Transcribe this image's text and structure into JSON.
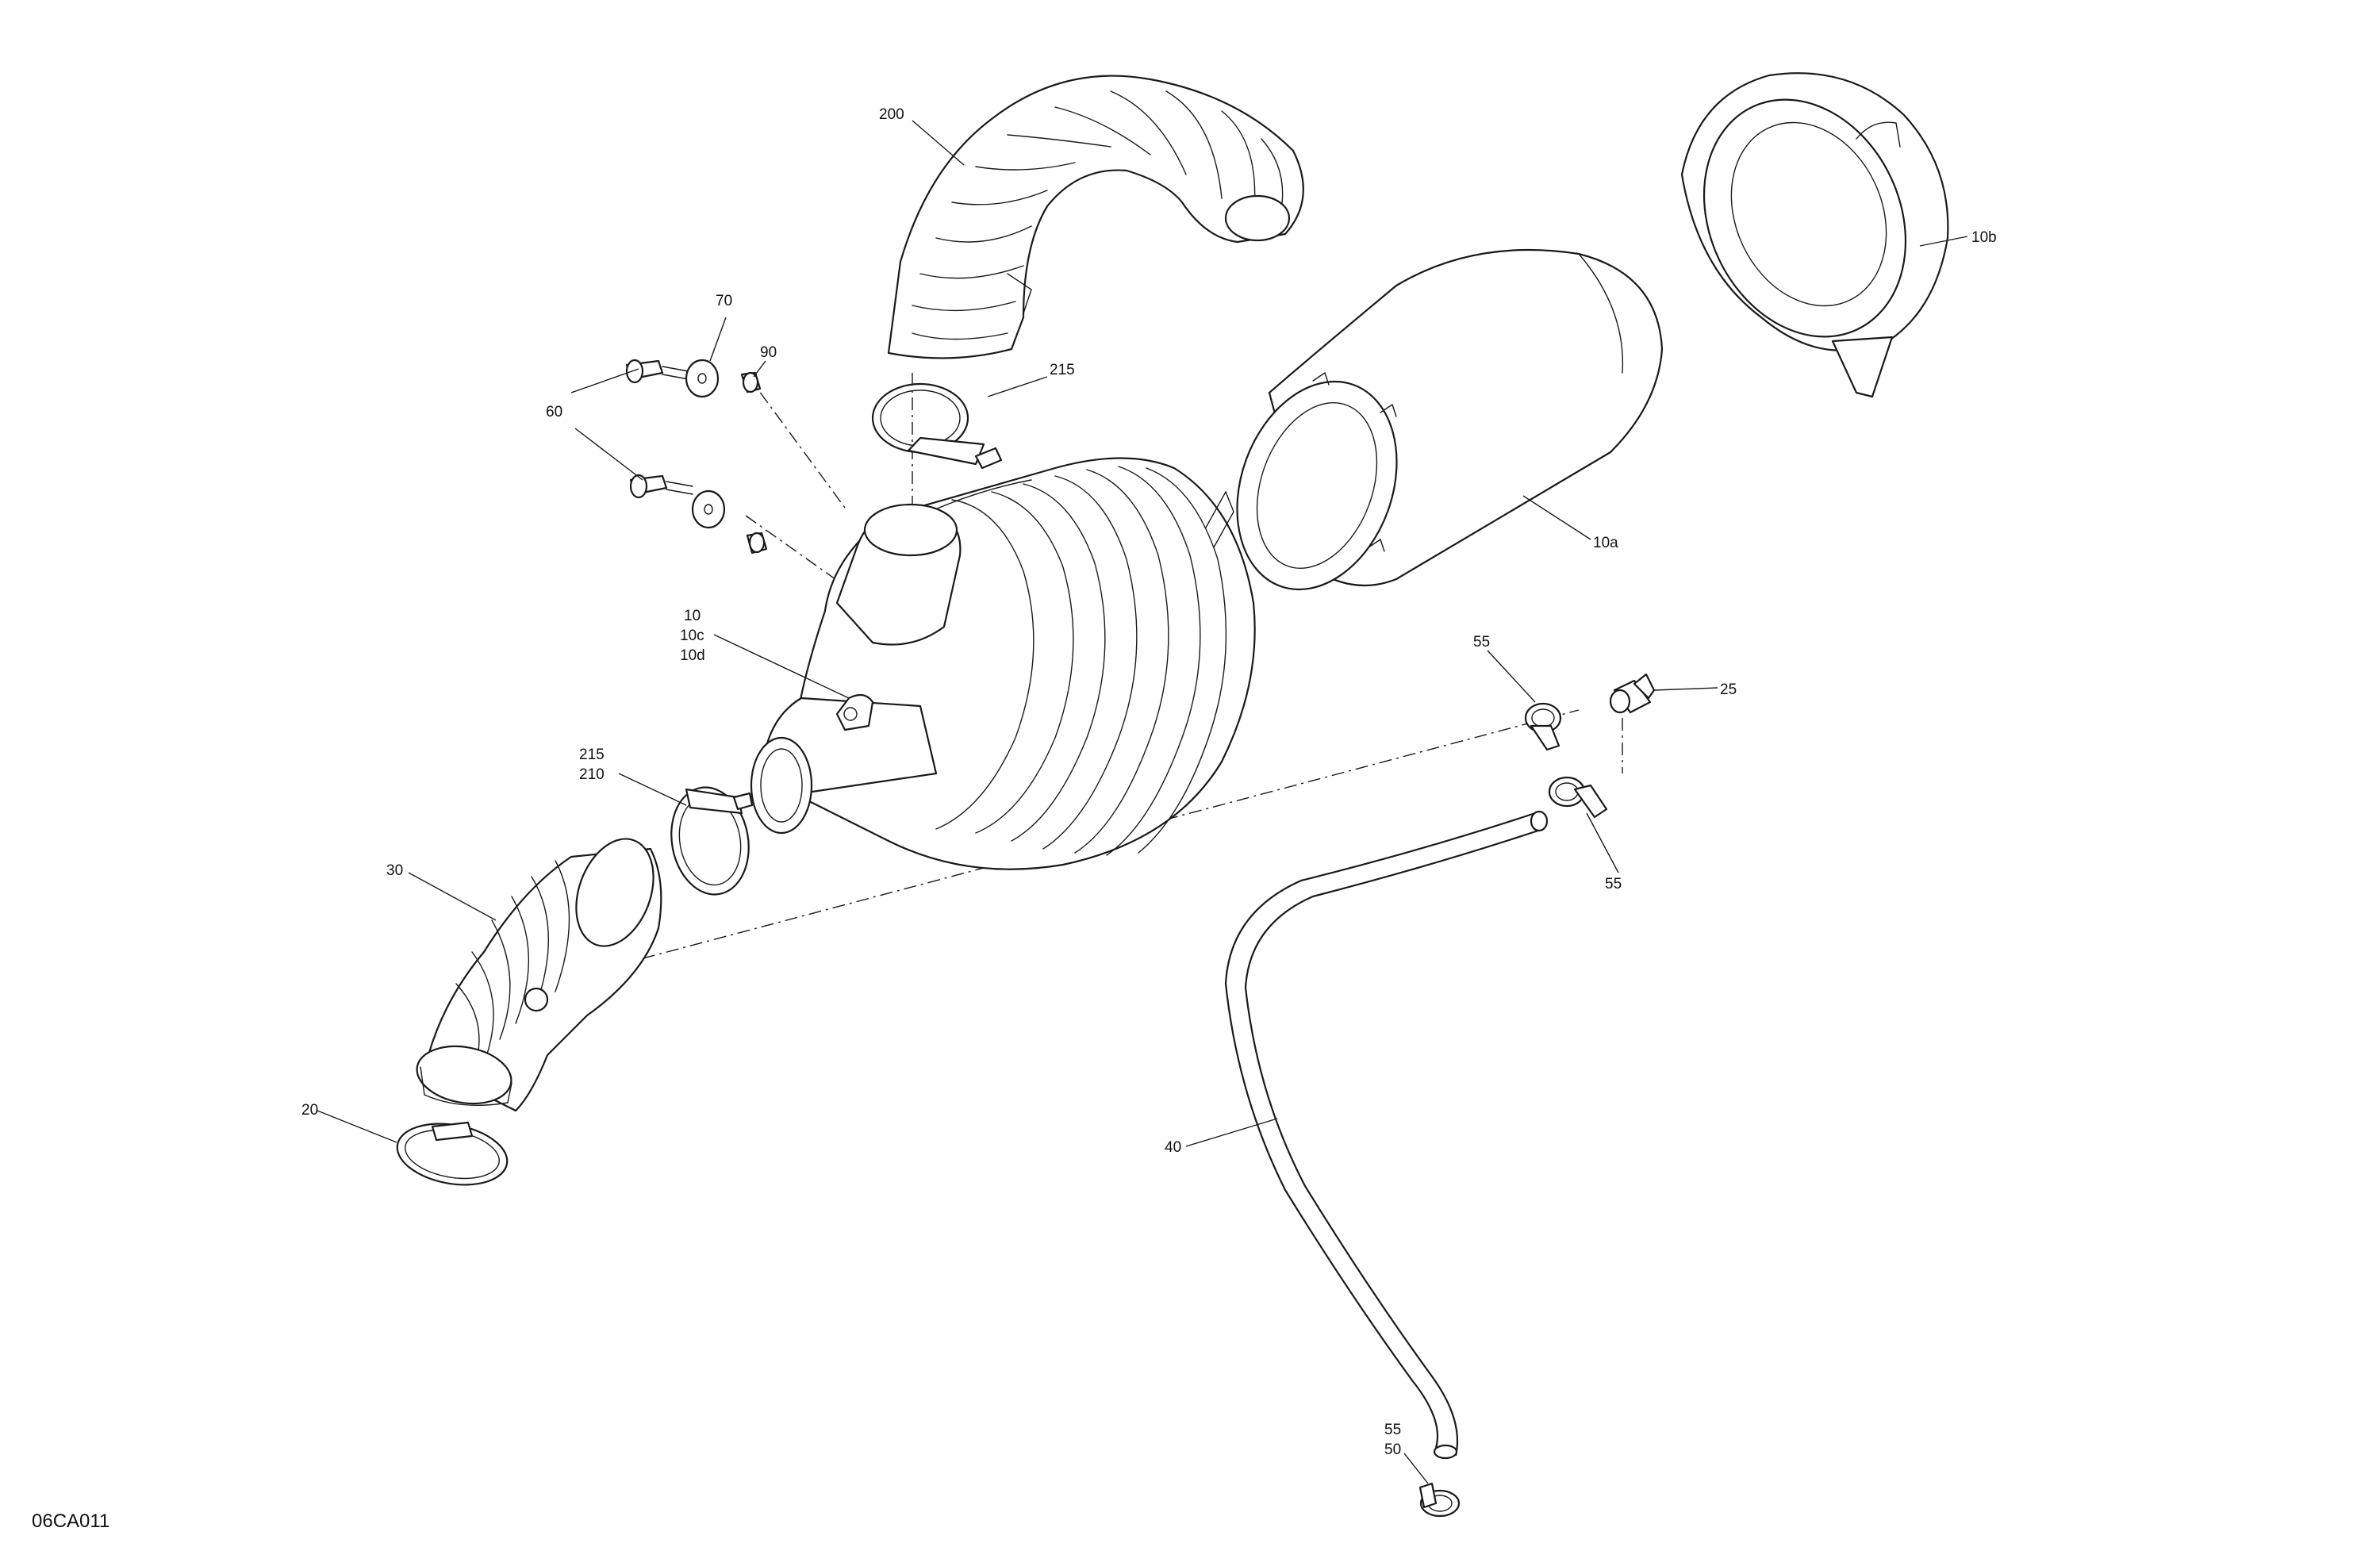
{
  "drawing": {
    "code": "06CA011"
  },
  "callouts": {
    "c200": "200",
    "c215_top": "215",
    "c70": "70",
    "c90": "90",
    "c60": "60",
    "c10b": "10b",
    "c10a": "10a",
    "c10": "10",
    "c10c": "10c",
    "c10d": "10d",
    "c55_top": "55",
    "c25": "25",
    "c55_mid": "55",
    "c215_mid": "215",
    "c210": "210",
    "c30": "30",
    "c20": "20",
    "c40": "40",
    "c55_bottom": "55",
    "c50": "50"
  }
}
